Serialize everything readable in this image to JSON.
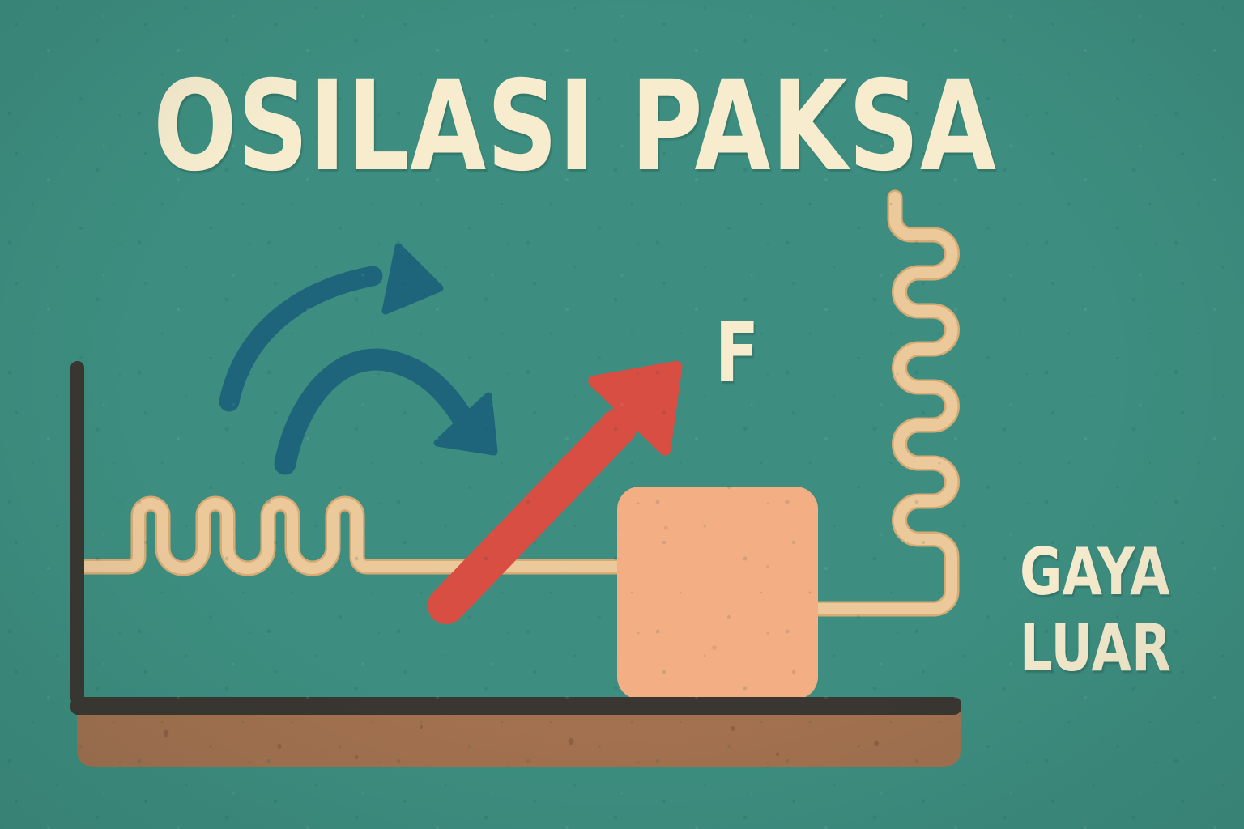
{
  "title": "OSILASI PAKSA",
  "diagram": {
    "force_label": "F",
    "external_force_line1": "GAYA",
    "external_force_line2": "LUAR",
    "parts": {
      "wall": "dinding kiri",
      "horizontal_spring": "pegas horizontal",
      "vertical_spring": "pegas gaya luar",
      "mass_block": "beban",
      "force_arrow": "panah gaya F",
      "oscillation_arrows": "panah gerak osilasi",
      "ground": "lantai"
    }
  },
  "colors": {
    "bg": "#3d8e80",
    "cream": "#f7ecce",
    "spring": "#ecc99b",
    "spring-edge": "#d8ab74",
    "block": "#f3ae84",
    "block-spot": "#d98a5f",
    "red": "#d94e43",
    "blue": "#1e657b",
    "dark": "#3a3631",
    "brown": "#a3714f",
    "brown-spot": "#7c4f38"
  }
}
